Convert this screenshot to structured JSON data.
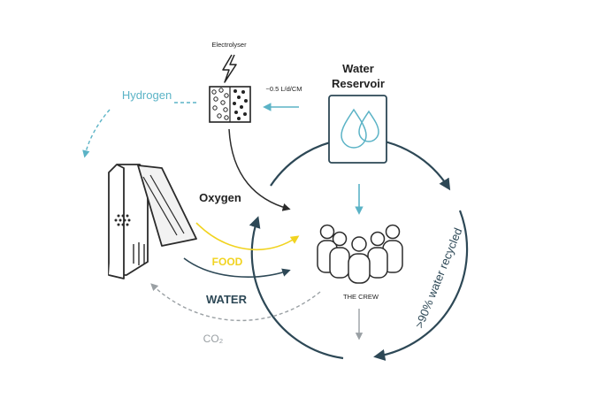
{
  "labels": {
    "electrolyser": "Electrolyser",
    "hydrogen": "Hydrogen",
    "flow_rate": "~0.5 L/d/CM",
    "reservoir_line1": "Water",
    "reservoir_line2": "Reservoir",
    "oxygen": "Oxygen",
    "food": "FOOD",
    "water": "WATER",
    "crew": "THE CREW",
    "co2": "CO₂",
    "recycled": ">90% water recycled"
  },
  "colors": {
    "dark_navy": "#2d4856",
    "teal": "#5bb3c6",
    "food_yellow": "#f1d320",
    "gray": "#9aa0a4",
    "outline": "#2b2b2b"
  },
  "icons": {
    "electrolyser": "lightning-bolt-icon",
    "reservoir": "water-drops-icon",
    "crew": "people-group-icon",
    "device": "bioreactor-unit-icon"
  }
}
